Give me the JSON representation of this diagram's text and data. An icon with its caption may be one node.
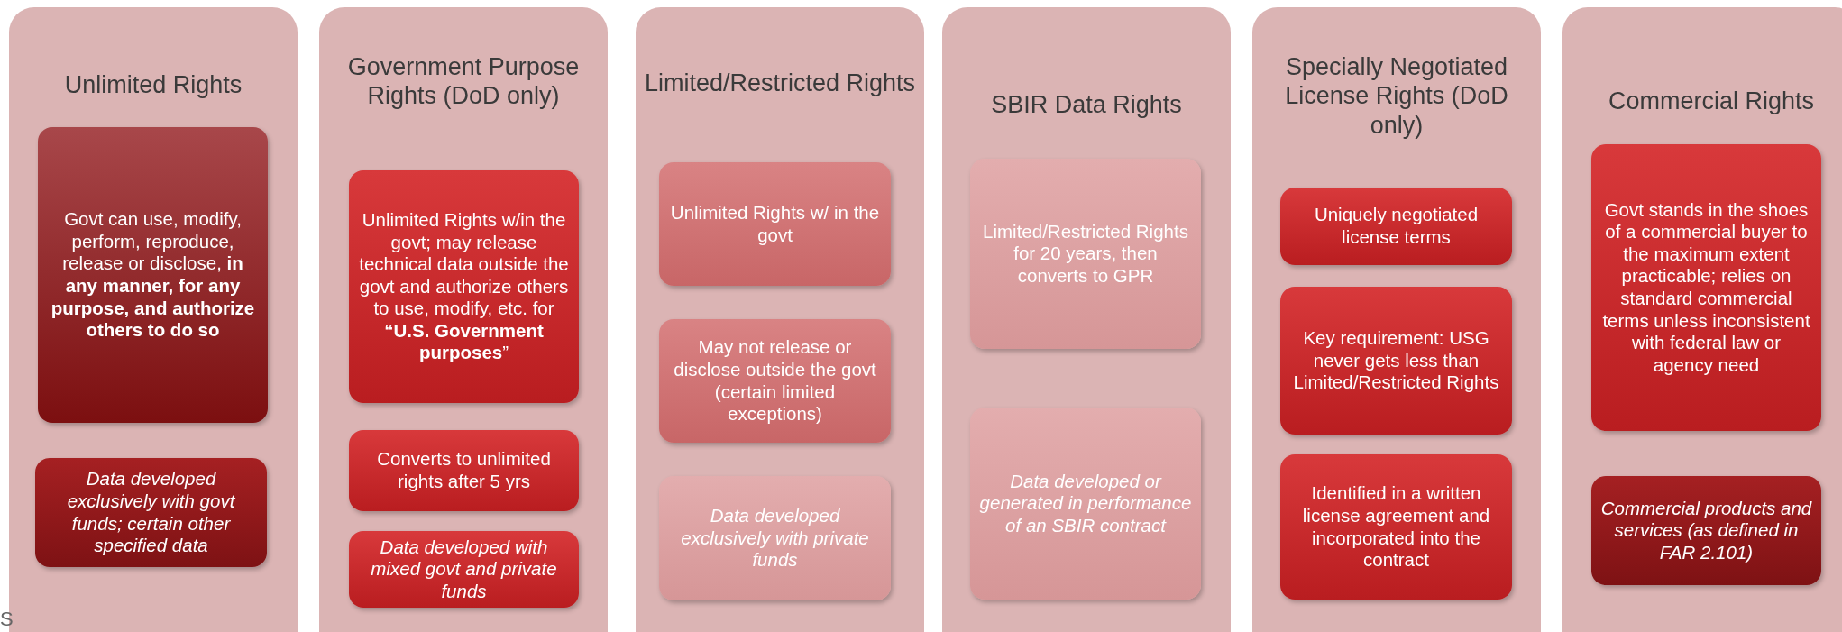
{
  "diagram": {
    "nodes": [
      {
        "text": [
          "Unlimited Rights"
        ]
      },
      {
        "text": [
          "Govt can use, modify, perform, reproduce, release or disclose, **in any manner, for any purpose, and authorize others to do so**"
        ],
        "in": 0
      },
      {
        "text": [
          "Data developed exclusively with govt funds; certain other specified data"
        ],
        "in": 0
      },
      {
        "text": [
          "Government Purpose Rights (DoD only)"
        ]
      },
      {
        "text": [
          "Unlimited Rights w/in the govt; may release technical data outside the govt and authorize others to use, modify, etc. for **“U.S. Government purposes**”"
        ],
        "in": 3
      },
      {
        "text": [
          "Converts to unlimited rights after 5 yrs"
        ],
        "in": 3
      },
      {
        "text": [
          "Data developed with mixed govt and private funds"
        ],
        "in": 3
      },
      {
        "text": [
          "Limited/Restricted Rights"
        ]
      },
      {
        "text": [
          "Unlimited Rights w/ in the govt"
        ],
        "in": 7
      },
      {
        "text": [
          "May not release or disclose outside the govt (certain limited exceptions)"
        ],
        "in": 7
      },
      {
        "text": [
          "Data developed exclusively with private funds"
        ],
        "in": 7
      },
      {
        "text": [
          "SBIR Data Rights"
        ]
      },
      {
        "text": [
          "Limited/Restricted Rights for 20 years, then converts to GPR"
        ],
        "in": 11
      },
      {
        "text": [
          "Data developed or generated in performance of an SBIR contract"
        ],
        "in": 11
      },
      {
        "text": [
          "Specially Negotiated License Rights (DoD only)"
        ]
      },
      {
        "text": [
          "Uniquely negotiated license terms"
        ],
        "in": 14
      },
      {
        "text": [
          "Key requirement: USG never gets less than Limited/Restricted Rights"
        ],
        "in": 14
      },
      {
        "text": [
          "Identified in a written license agreement and incorporated into the contract"
        ],
        "in": 14
      },
      {
        "text": [
          "Commercial Rights"
        ]
      },
      {
        "text": [
          "Govt stands in the shoes of a commercial buyer to the maximum extent practicable; relies on standard commercial terms unless inconsistent with federal law or agency need"
        ],
        "in": 18
      },
      {
        "text": [
          "Commercial products and services (as defined in FAR 2.101)"
        ],
        "in": 18
      }
    ],
    "edges": [],
    "labels": [
      "S"
    ]
  }
}
